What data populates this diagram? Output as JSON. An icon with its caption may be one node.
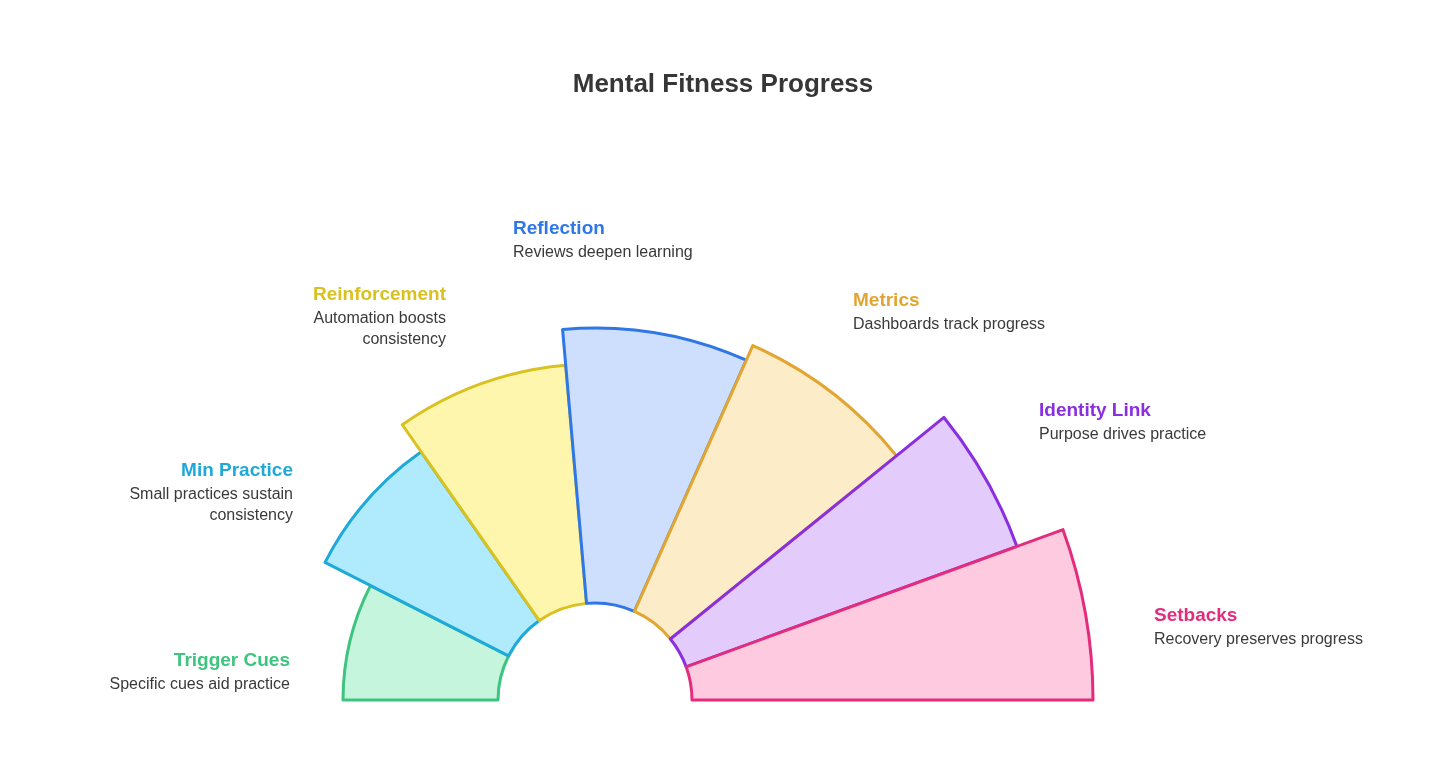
{
  "diagram": {
    "title": "Mental Fitness Progress",
    "nodes": [
      {
        "text": [],
        "shape": "sector",
        "beside": [
          "Trigger Cues",
          "Specific cues aid practice"
        ]
      },
      {
        "text": [],
        "shape": "sector",
        "beside": [
          "Min Practice",
          "Small practices sustain consistency"
        ]
      },
      {
        "text": [],
        "shape": "sector",
        "beside": [
          "Reinforcement",
          "Automation boosts consistency"
        ]
      },
      {
        "text": [],
        "shape": "sector",
        "beside": [
          "Reflection",
          "Reviews deepen learning"
        ]
      },
      {
        "text": [],
        "shape": "sector",
        "beside": [
          "Metrics",
          "Dashboards track progress"
        ]
      },
      {
        "text": [],
        "shape": "sector",
        "beside": [
          "Identity Link",
          "Purpose drives practice"
        ]
      },
      {
        "text": [],
        "shape": "sector",
        "beside": [
          "Setbacks",
          "Recovery preserves progress"
        ]
      }
    ]
  }
}
